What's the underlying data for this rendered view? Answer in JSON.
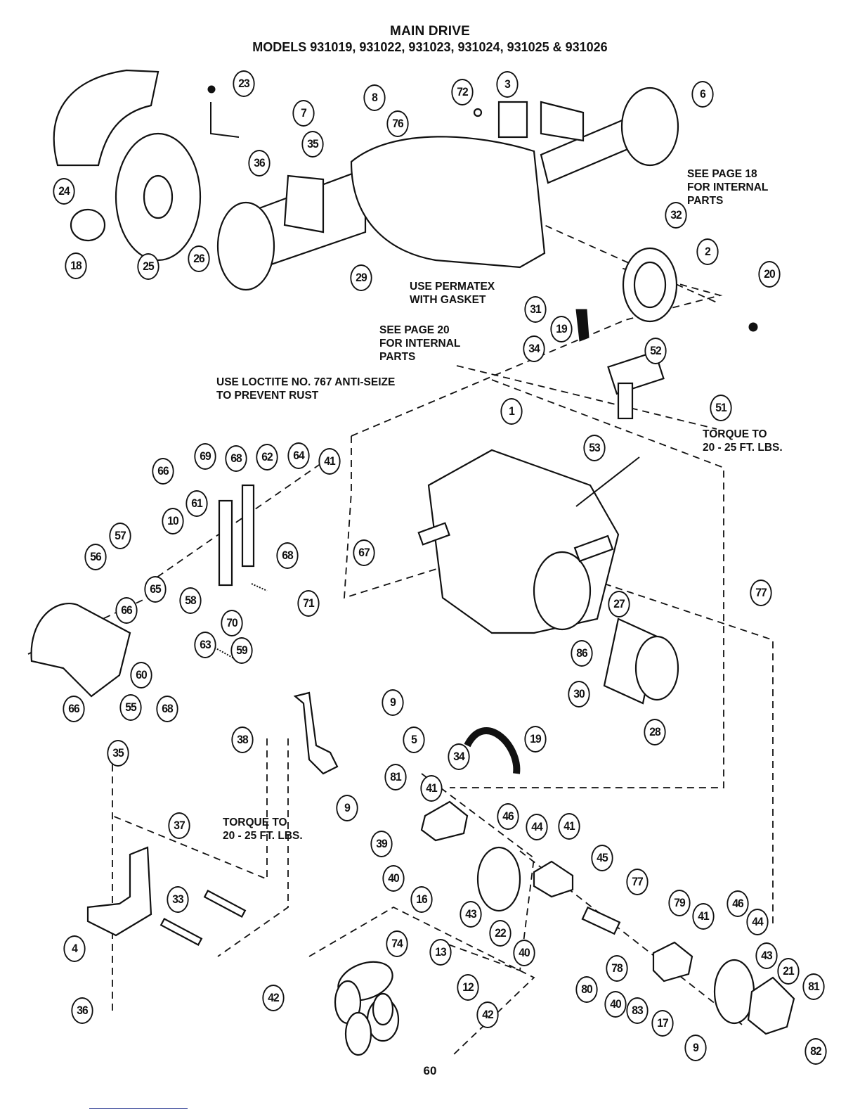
{
  "header": {
    "title": "MAIN DRIVE",
    "models": "MODELS 931019, 931022, 931023, 931024, 931025 & 931026"
  },
  "notes": {
    "see_page_18": "SEE PAGE 18\nFOR INTERNAL\nPARTS",
    "use_permatex": "USE PERMATEX\nWITH GASKET",
    "see_page_20": "SEE PAGE 20\nFOR INTERNAL\nPARTS",
    "use_loctite": "USE LOCTITE NO. 767 ANTI-SEIZE\nTO PREVENT RUST",
    "torque_upper": "TORQUE TO\n20 - 25 FT. LBS.",
    "torque_lower": "TORQUE TO\n20 - 25 FT. LBS."
  },
  "callouts": [
    {
      "id": "c8",
      "label": "8"
    },
    {
      "id": "c72",
      "label": "72"
    },
    {
      "id": "c3",
      "label": "3"
    },
    {
      "id": "c6",
      "label": "6"
    },
    {
      "id": "c23",
      "label": "23"
    },
    {
      "id": "c7",
      "label": "7"
    },
    {
      "id": "c76",
      "label": "76"
    },
    {
      "id": "c35a",
      "label": "35"
    },
    {
      "id": "c36a",
      "label": "36"
    },
    {
      "id": "c24",
      "label": "24"
    },
    {
      "id": "c32",
      "label": "32"
    },
    {
      "id": "c18",
      "label": "18"
    },
    {
      "id": "c25",
      "label": "25"
    },
    {
      "id": "c26",
      "label": "26"
    },
    {
      "id": "c29a",
      "label": "29"
    },
    {
      "id": "c2",
      "label": "2"
    },
    {
      "id": "c20",
      "label": "20"
    },
    {
      "id": "c31",
      "label": "31"
    },
    {
      "id": "c19a",
      "label": "19"
    },
    {
      "id": "c34a",
      "label": "34"
    },
    {
      "id": "c52",
      "label": "52"
    },
    {
      "id": "c51",
      "label": "51"
    },
    {
      "id": "c1",
      "label": "1"
    },
    {
      "id": "c53",
      "label": "53"
    },
    {
      "id": "c69",
      "label": "69"
    },
    {
      "id": "c68a",
      "label": "68"
    },
    {
      "id": "c62",
      "label": "62"
    },
    {
      "id": "c64",
      "label": "64"
    },
    {
      "id": "c41a",
      "label": "41"
    },
    {
      "id": "c66a",
      "label": "66"
    },
    {
      "id": "c61",
      "label": "61"
    },
    {
      "id": "c10",
      "label": "10"
    },
    {
      "id": "c57",
      "label": "57"
    },
    {
      "id": "c56",
      "label": "56"
    },
    {
      "id": "c68b",
      "label": "68"
    },
    {
      "id": "c67",
      "label": "67"
    },
    {
      "id": "c65",
      "label": "65"
    },
    {
      "id": "c58",
      "label": "58"
    },
    {
      "id": "c71",
      "label": "71"
    },
    {
      "id": "c66b",
      "label": "66"
    },
    {
      "id": "c70",
      "label": "70"
    },
    {
      "id": "c27",
      "label": "27"
    },
    {
      "id": "c77a",
      "label": "77"
    },
    {
      "id": "c63",
      "label": "63"
    },
    {
      "id": "c59",
      "label": "59"
    },
    {
      "id": "c60",
      "label": "60"
    },
    {
      "id": "c86",
      "label": "86"
    },
    {
      "id": "c66c",
      "label": "66"
    },
    {
      "id": "c55",
      "label": "55"
    },
    {
      "id": "c68c",
      "label": "68"
    },
    {
      "id": "c30",
      "label": "30"
    },
    {
      "id": "c28",
      "label": "28"
    },
    {
      "id": "c9a",
      "label": "9"
    },
    {
      "id": "c38",
      "label": "38"
    },
    {
      "id": "c5",
      "label": "5"
    },
    {
      "id": "c19b",
      "label": "19"
    },
    {
      "id": "c34b",
      "label": "34"
    },
    {
      "id": "c35b",
      "label": "35"
    },
    {
      "id": "c81a",
      "label": "81"
    },
    {
      "id": "c41b",
      "label": "41"
    },
    {
      "id": "c9b",
      "label": "9"
    },
    {
      "id": "c46a",
      "label": "46"
    },
    {
      "id": "c44a",
      "label": "44"
    },
    {
      "id": "c41c",
      "label": "41"
    },
    {
      "id": "c37",
      "label": "37"
    },
    {
      "id": "c39",
      "label": "39"
    },
    {
      "id": "c45",
      "label": "45"
    },
    {
      "id": "c40a",
      "label": "40"
    },
    {
      "id": "c16",
      "label": "16"
    },
    {
      "id": "c77b",
      "label": "77"
    },
    {
      "id": "c79",
      "label": "79"
    },
    {
      "id": "c41d",
      "label": "41"
    },
    {
      "id": "c46b",
      "label": "46"
    },
    {
      "id": "c33",
      "label": "33"
    },
    {
      "id": "c43a",
      "label": "43"
    },
    {
      "id": "c22",
      "label": "22"
    },
    {
      "id": "c44b",
      "label": "44"
    },
    {
      "id": "c74",
      "label": "74"
    },
    {
      "id": "c13",
      "label": "13"
    },
    {
      "id": "c40b",
      "label": "40"
    },
    {
      "id": "c43b",
      "label": "43"
    },
    {
      "id": "c21",
      "label": "21"
    },
    {
      "id": "c4",
      "label": "4"
    },
    {
      "id": "c78",
      "label": "78"
    },
    {
      "id": "c81b",
      "label": "81"
    },
    {
      "id": "c12",
      "label": "12"
    },
    {
      "id": "c80",
      "label": "80"
    },
    {
      "id": "c40c",
      "label": "40"
    },
    {
      "id": "c42a",
      "label": "42"
    },
    {
      "id": "c83",
      "label": "83"
    },
    {
      "id": "c36b",
      "label": "36"
    },
    {
      "id": "c42b",
      "label": "42"
    },
    {
      "id": "c17",
      "label": "17"
    },
    {
      "id": "c9c",
      "label": "9"
    },
    {
      "id": "c82",
      "label": "82"
    }
  ],
  "footer": {
    "page_number": "60"
  }
}
